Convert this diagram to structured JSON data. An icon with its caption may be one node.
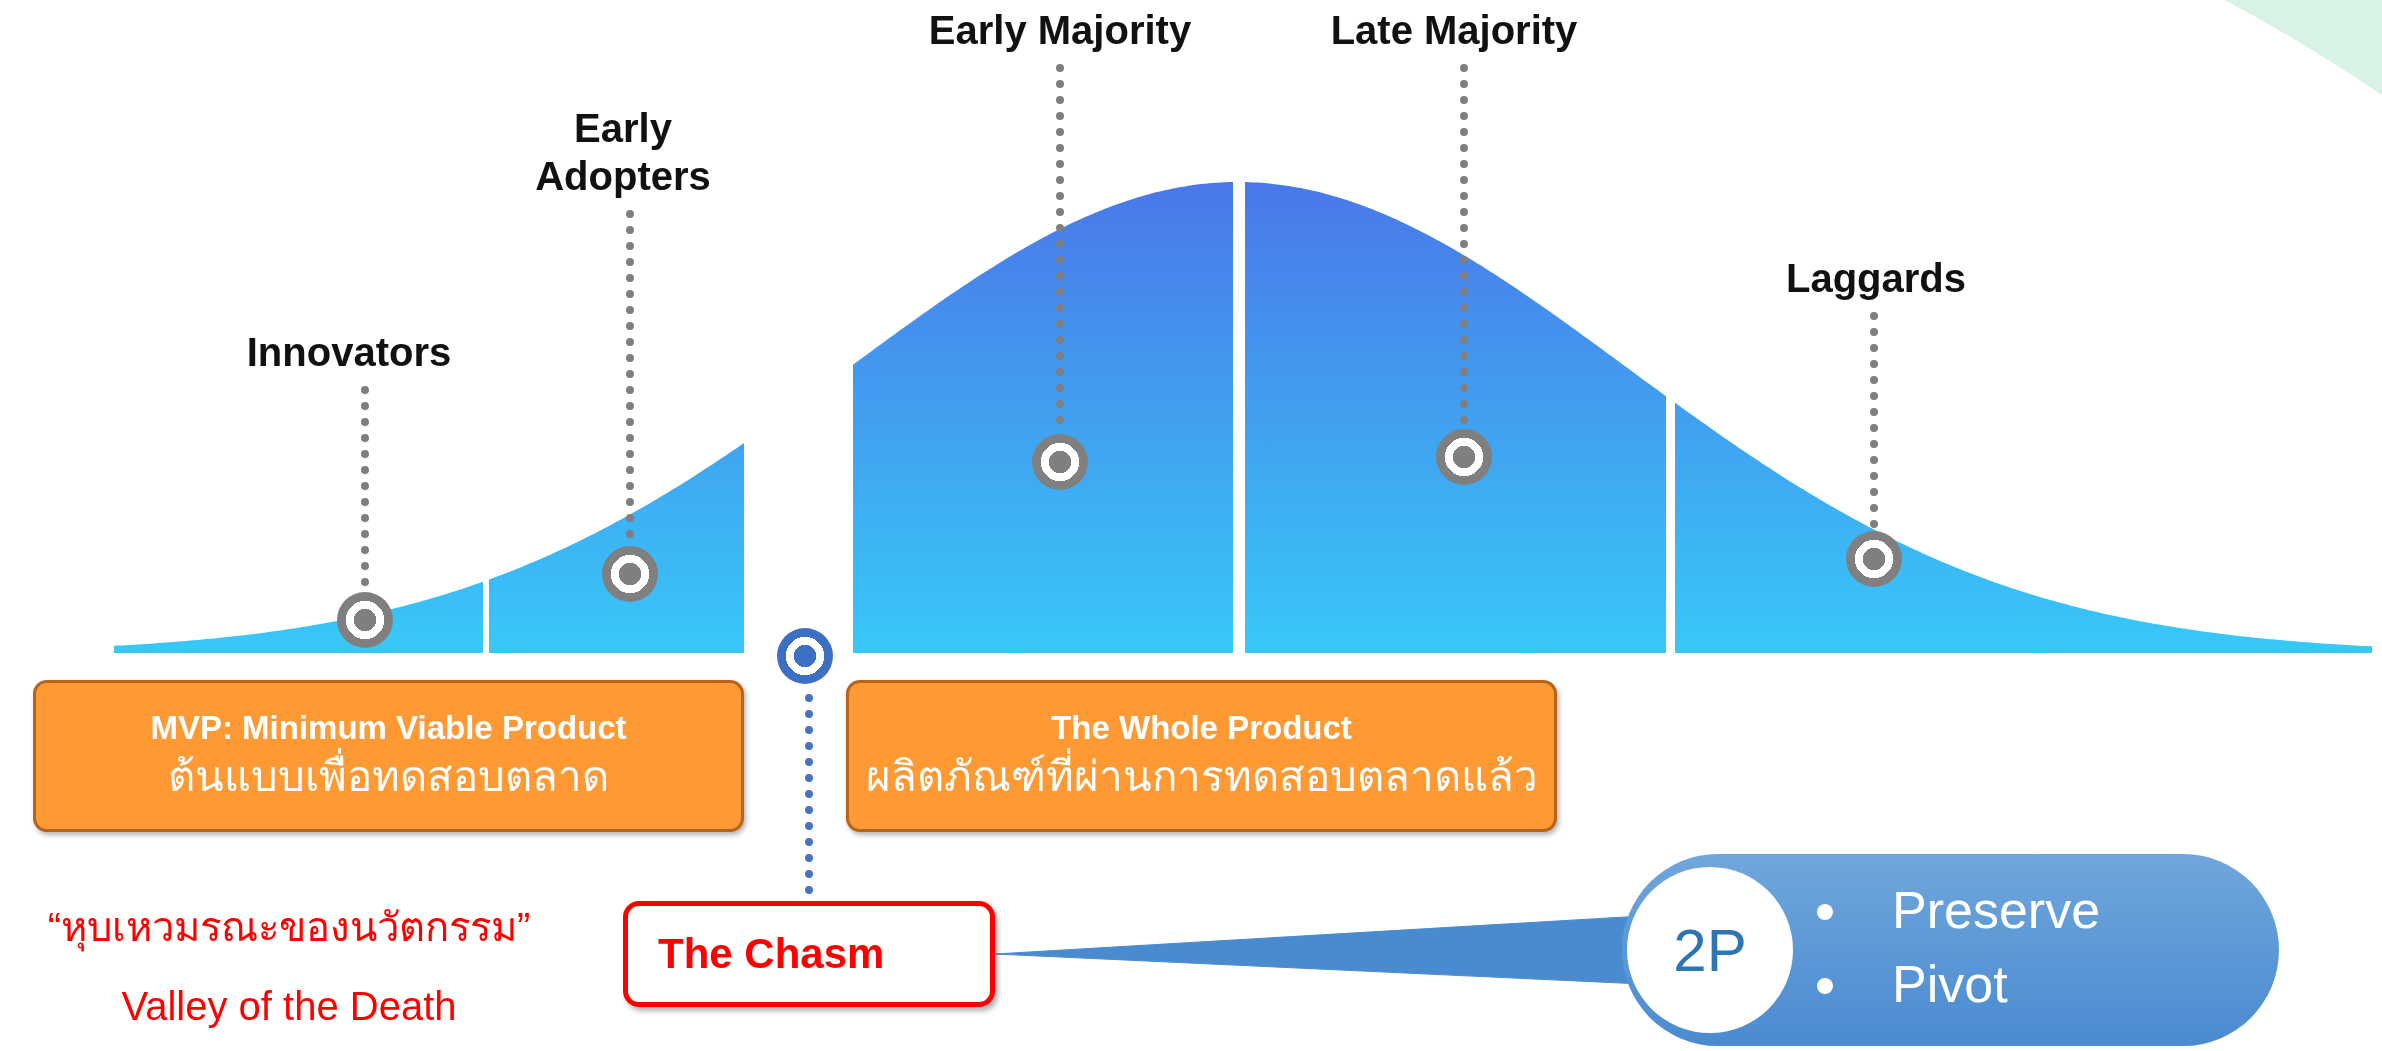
{
  "diagram": {
    "nodes": [
      {
        "text": [
          "Innovators"
        ]
      },
      {
        "text": [],
        "shape": "circle"
      },
      {
        "text": [
          "Early Adopters"
        ]
      },
      {
        "text": [],
        "shape": "circle"
      },
      {
        "text": [
          "Early Majority"
        ]
      },
      {
        "text": [],
        "shape": "circle"
      },
      {
        "text": [
          "Late Majority"
        ]
      },
      {
        "text": [],
        "shape": "circle"
      },
      {
        "text": [
          "Laggards"
        ]
      },
      {
        "text": [],
        "shape": "circle"
      },
      {
        "text": [
          "MVP: Minimum Viable Product",
          "ต้นแบบเพื่อทดสอบตลาด"
        ]
      },
      {
        "text": [
          "The Whole Product",
          "ผลิตภัณฑ์ที่ผ่านการทดสอบตลาดแล้ว"
        ]
      },
      {
        "text": [],
        "shape": "circle"
      },
      {
        "text": [
          "The Chasm"
        ]
      },
      {
        "text": [
          "Preserve",
          "Pivot"
        ]
      },
      {
        "text": [
          "2P"
        ],
        "in": 14
      }
    ],
    "edges": [
      {
        "from": 0,
        "to": 1,
        "arrow": "none",
        "style": "dashed"
      },
      {
        "from": 2,
        "to": 3,
        "arrow": "none",
        "style": "dashed"
      },
      {
        "from": 4,
        "to": 5,
        "arrow": "none",
        "style": "dashed"
      },
      {
        "from": 6,
        "to": 7,
        "arrow": "none",
        "style": "dashed"
      },
      {
        "from": 8,
        "to": 9,
        "arrow": "none",
        "style": "dashed"
      },
      {
        "from": 12,
        "to": 13,
        "arrow": "none",
        "style": "dashed",
        "color": "#4472c4"
      },
      {
        "from": 13,
        "to": 14,
        "arrow": "none",
        "color": "#4a8bd0"
      }
    ],
    "labels": [
      "“หุบเหวมรณะของนวัตกรรม”",
      "Valley of the Death"
    ]
  }
}
